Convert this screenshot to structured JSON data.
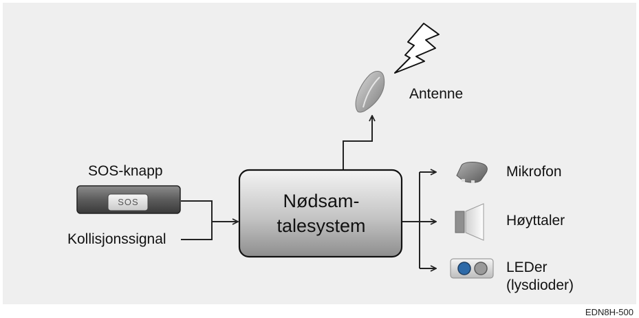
{
  "nodes": {
    "center": {
      "line1": "Nødsam-",
      "line2": "talesystem"
    },
    "sos_button": {
      "title": "SOS-knapp",
      "button_text": "SOS"
    },
    "collision": {
      "label": "Kollisjonssignal"
    },
    "antenna": {
      "label": "Antenne",
      "icon": "antenna-icon"
    },
    "microphone": {
      "label": "Mikrofon",
      "icon": "microphone-icon"
    },
    "speaker": {
      "label": "Høyttaler",
      "icon": "speaker-icon"
    },
    "leds": {
      "line1": "LEDer",
      "line2": "(lysdioder)",
      "icon": "led-icon",
      "led_colors": [
        "#2e6aa8",
        "#9a9a9a"
      ]
    }
  },
  "edges": [
    {
      "from": "sos_button",
      "to": "center"
    },
    {
      "from": "collision",
      "to": "center"
    },
    {
      "from": "center",
      "to": "antenna"
    },
    {
      "from": "center",
      "to": "microphone"
    },
    {
      "from": "center",
      "to": "speaker"
    },
    {
      "from": "center",
      "to": "leds"
    }
  ],
  "figure_code": "EDN8H-500",
  "colors": {
    "background": "#efefef",
    "line": "#222222",
    "box_light": "#f2f2f2",
    "box_dark": "#8a8a8a"
  }
}
